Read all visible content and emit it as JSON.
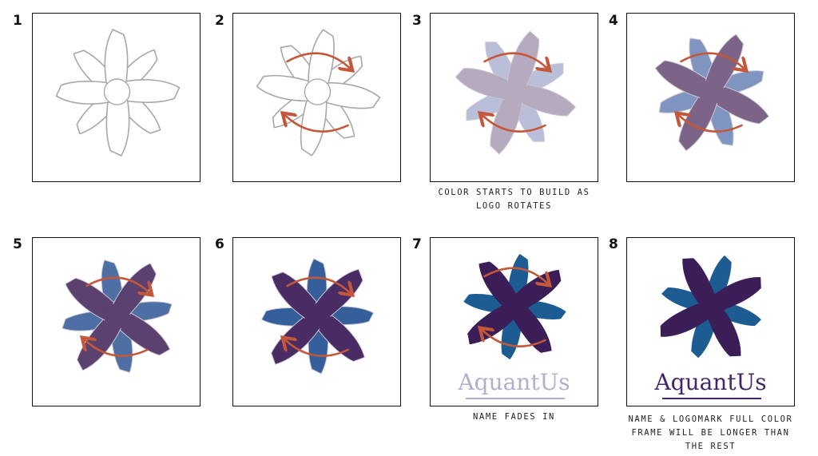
{
  "frames": [
    {
      "number": "1",
      "stage": "outline",
      "arrows": false,
      "wordmark": "",
      "caption": []
    },
    {
      "number": "2",
      "stage": "outline",
      "arrows": true,
      "wordmark": "",
      "caption": []
    },
    {
      "number": "3",
      "stage": "pale",
      "arrows": true,
      "wordmark": "",
      "caption": [
        "COLOR STARTS TO BUILD AS",
        "LOGO ROTATES"
      ]
    },
    {
      "number": "4",
      "stage": "mid",
      "arrows": true,
      "wordmark": "",
      "caption": []
    },
    {
      "number": "5",
      "stage": "mid-dark",
      "arrows": true,
      "wordmark": "",
      "caption": []
    },
    {
      "number": "6",
      "stage": "dark",
      "arrows": true,
      "wordmark": "",
      "caption": []
    },
    {
      "number": "7",
      "stage": "full",
      "arrows": true,
      "wordmark": "AquantUs",
      "wordmark_style": "faded",
      "caption": [
        "NAME FADES IN"
      ]
    },
    {
      "number": "8",
      "stage": "full",
      "arrows": false,
      "wordmark": "AquantUs",
      "wordmark_style": "full",
      "caption": [
        "NAME & LOGOMARK FULL COLOR",
        "FRAME WILL BE LONGER THAN",
        "THE REST"
      ]
    }
  ],
  "colors": {
    "outline_stroke": "#a8a8a8",
    "arrow": "#c4573a",
    "purple_full": "#3b1e58",
    "blue_full": "#1d5b93",
    "purple_pale": "#b6abbe",
    "blue_pale": "#b9bfd8",
    "purple_mid": "#7b6488",
    "blue_mid": "#7f95c0",
    "purple_middark": "#5a4170",
    "blue_middark": "#4e6fa3",
    "purple_dark": "#4a2c64",
    "blue_dark": "#345f9a",
    "wordmark_faded": "#b8acce",
    "wordmark_full": "#432669"
  }
}
